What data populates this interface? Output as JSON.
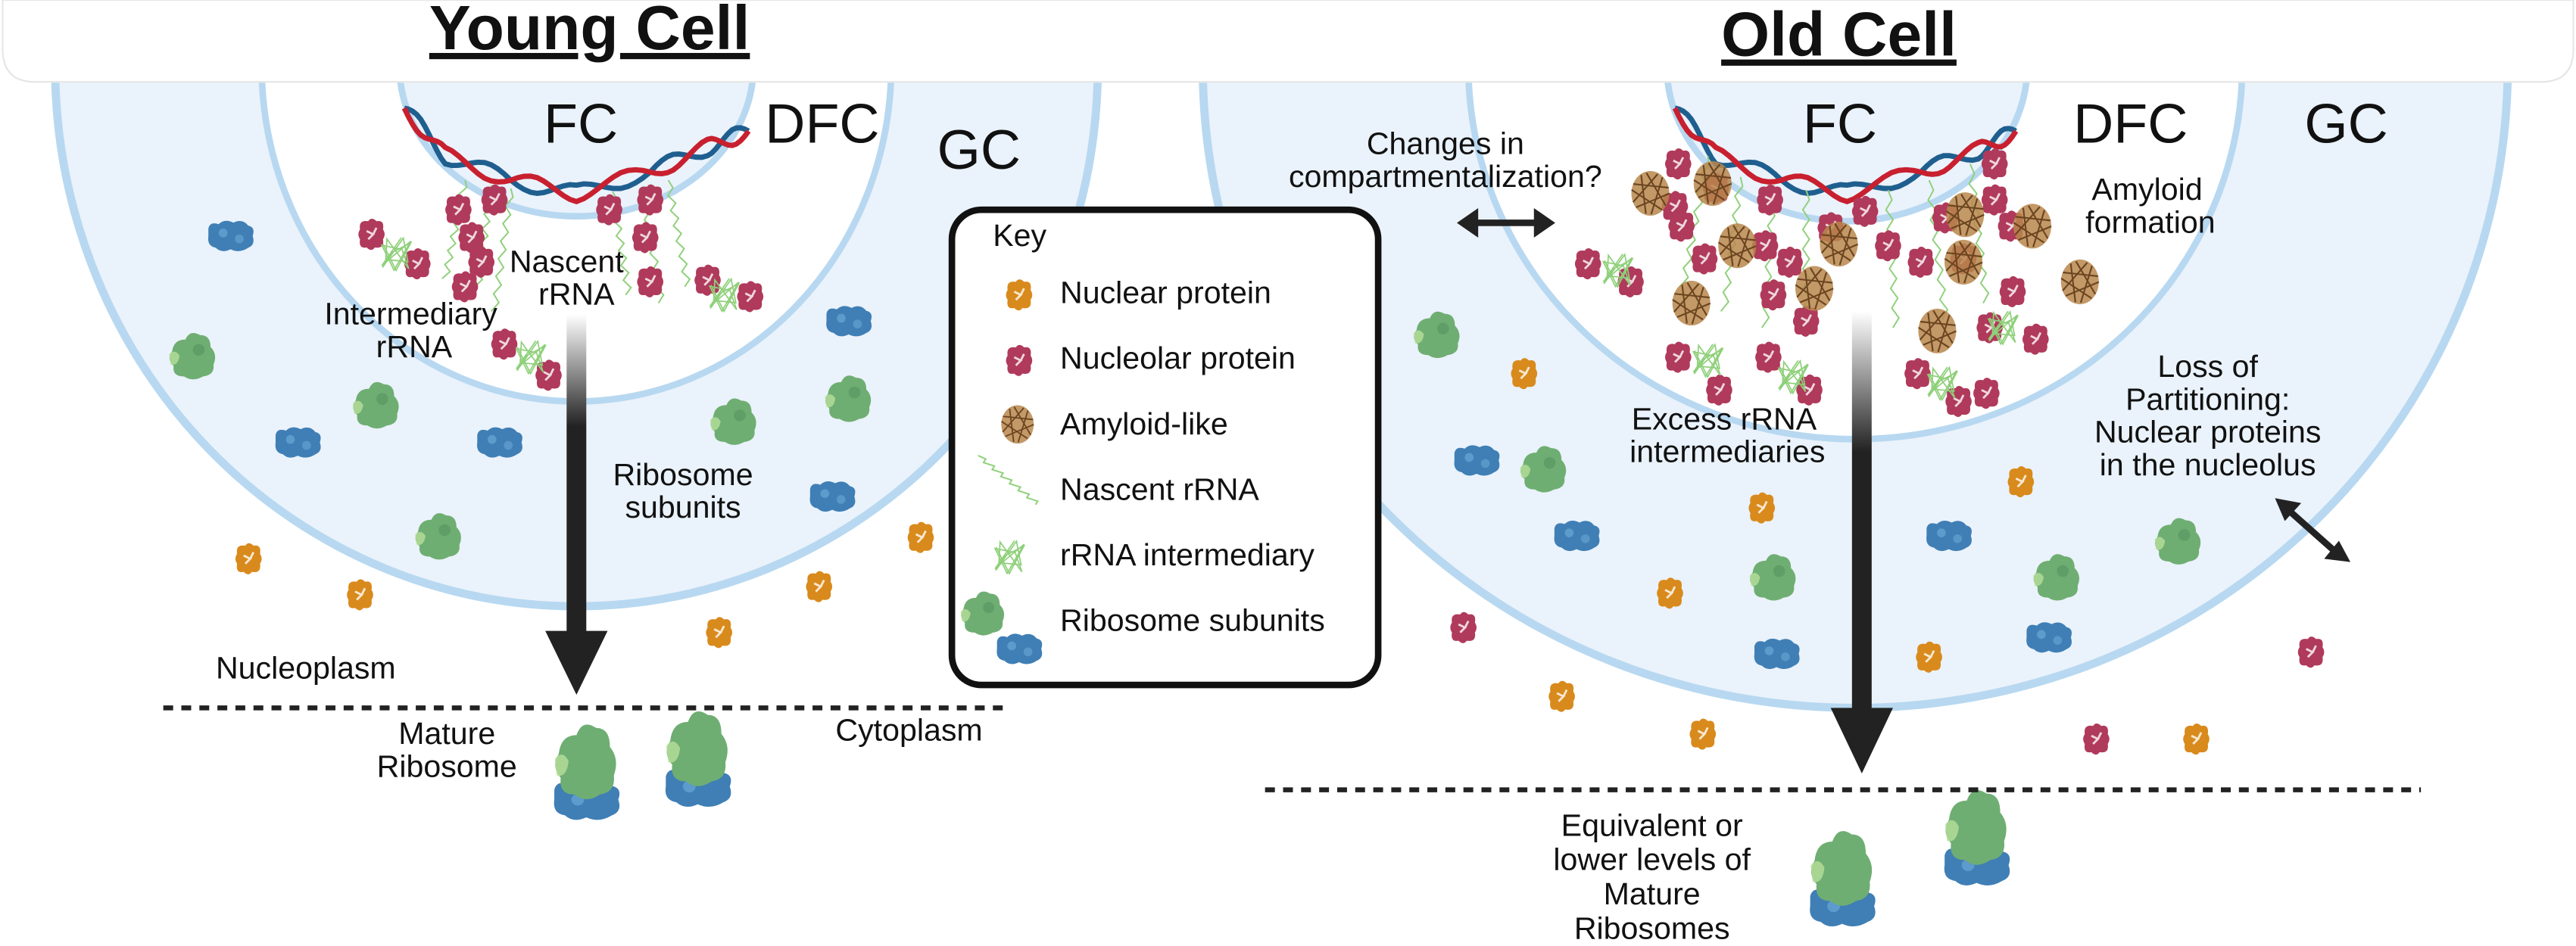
{
  "panels": {
    "young": {
      "title": "Young Cell",
      "zones": {
        "fc": "FC",
        "dfc": "DFC",
        "gc": "GC"
      },
      "labels": {
        "nascent": [
          "Nascent",
          "rRNA"
        ],
        "intermediary": [
          "Intermediary",
          "rRNA"
        ],
        "subunits": [
          "Ribosome",
          "subunits"
        ],
        "nucleoplasm": "Nucleoplasm",
        "cytoplasm": "Cytoplasm",
        "mature": [
          "Mature",
          "Ribosome"
        ]
      }
    },
    "old": {
      "title": "Old Cell",
      "zones": {
        "fc": "FC",
        "dfc": "DFC",
        "gc": "GC"
      },
      "labels": {
        "compartment": [
          "Changes in",
          "compartmentalization?"
        ],
        "amyloid": [
          "Amyloid",
          "formation"
        ],
        "excess": [
          "Excess rRNA",
          "intermediaries"
        ],
        "partition": [
          "Loss of",
          "Partitioning:",
          "Nuclear proteins",
          "in the nucleolus"
        ],
        "mature": [
          "Equivalent or",
          "lower levels of",
          "Mature",
          "Ribosomes"
        ]
      }
    }
  },
  "key": {
    "title": "Key",
    "items": [
      {
        "label": "Nuclear protein",
        "icon": "nuclear-protein-icon"
      },
      {
        "label": "Nucleolar protein",
        "icon": "nucleolar-protein-icon"
      },
      {
        "label": "Amyloid-like",
        "icon": "amyloid-icon"
      },
      {
        "label": "Nascent rRNA",
        "icon": "nascent-rrna-icon"
      },
      {
        "label": "rRNA intermediary",
        "icon": "rrna-intermediary-icon"
      },
      {
        "label": "Ribosome subunits",
        "icon": "ribosome-subunits-icon"
      }
    ]
  },
  "colors": {
    "ring_fill": "#eaf2fb",
    "ring_stroke": "#b7d8f0",
    "nuclear_protein": "#d98a1c",
    "nucleolar_protein": "#b03a5b",
    "amyloid": "#9a6a35",
    "rrna": "#8fd07a",
    "large_subunit": "#6fae72",
    "small_subunit": "#3f7fb5",
    "dna_red": "#c8202f",
    "dna_blue": "#1f5f8f",
    "arrow": "#222222"
  }
}
